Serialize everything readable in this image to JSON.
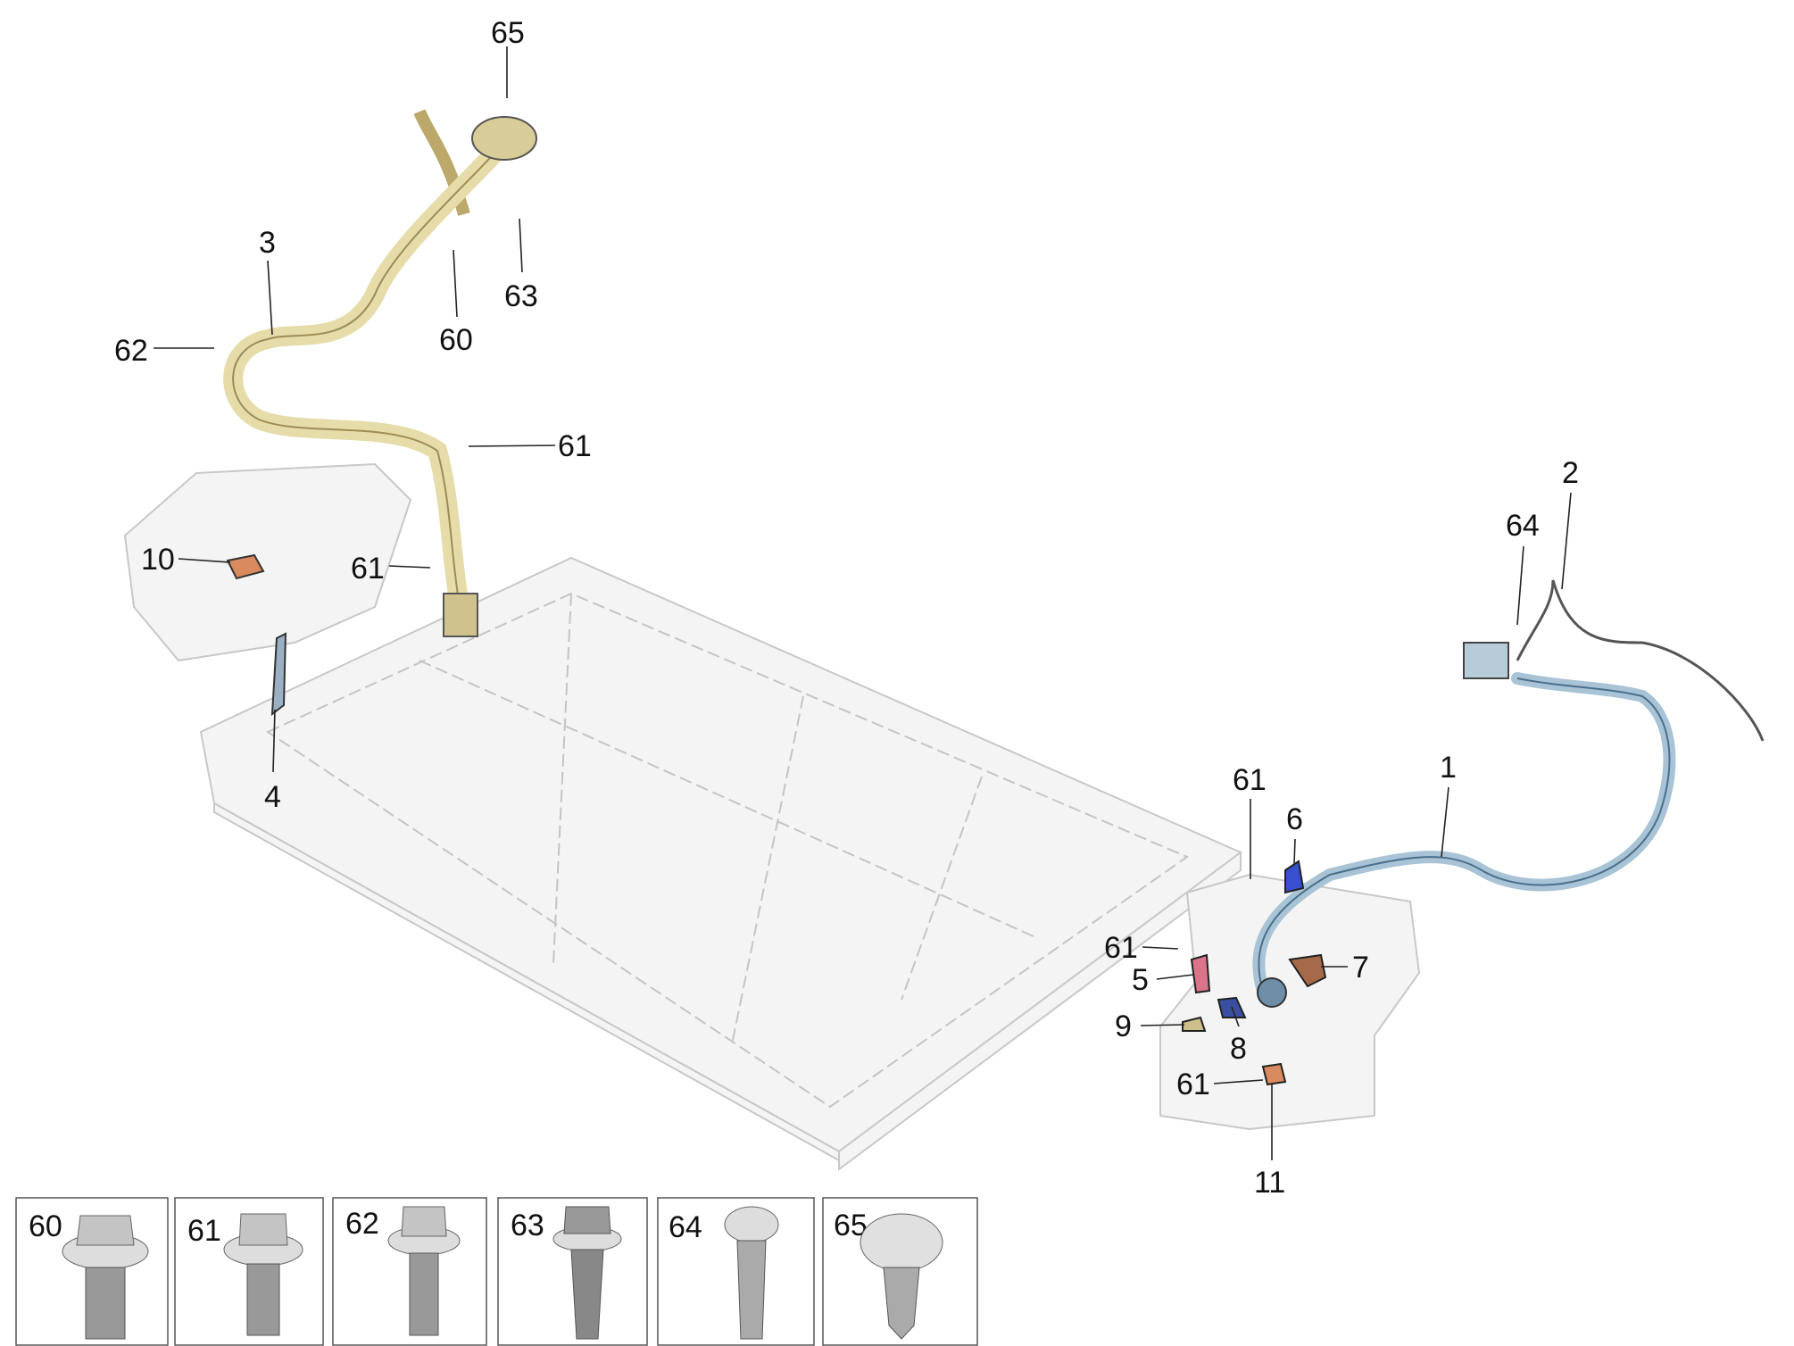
{
  "diagram": {
    "callouts": {
      "c1": "1",
      "c2": "2",
      "c3": "3",
      "c4": "4",
      "c5": "5",
      "c6": "6",
      "c7": "7",
      "c8": "8",
      "c9": "9",
      "c10": "10",
      "c11": "11",
      "c60": "60",
      "c61a": "61",
      "c61b": "61",
      "c61c": "61",
      "c61d": "61",
      "c61e": "61",
      "c62": "62",
      "c63": "63",
      "c64": "64",
      "c65": "65"
    },
    "fastener_legend": [
      {
        "number": "60"
      },
      {
        "number": "61"
      },
      {
        "number": "62"
      },
      {
        "number": "63"
      },
      {
        "number": "64"
      },
      {
        "number": "65"
      }
    ],
    "colors": {
      "charge_harness": "#e6dcaa",
      "hv_harness": "#a9c3d6",
      "bracket_copper": "#d98a5e",
      "bracket_blue": "#3a4fd0",
      "bracket_pink": "#d9748a"
    }
  }
}
